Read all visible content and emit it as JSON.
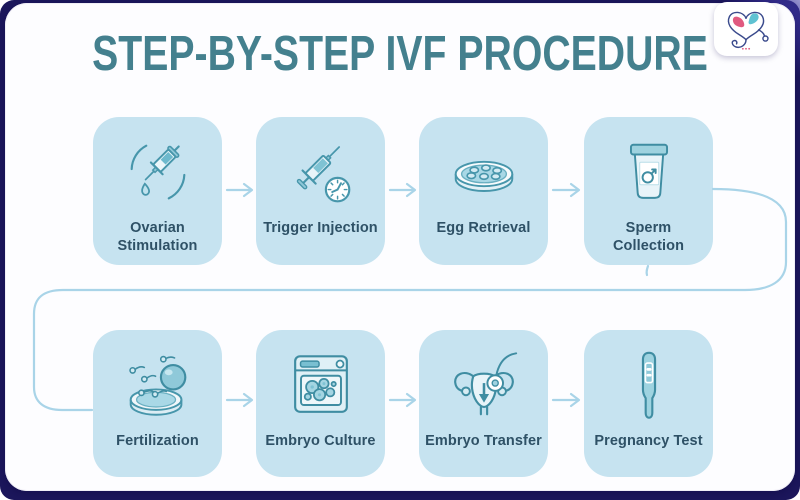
{
  "title": "STEP-BY-STEP IVF PROCEDURE",
  "brand": {
    "logo_icon": "heart-stethoscope-birds-logo"
  },
  "steps": [
    {
      "label": "Ovarian\nStimulation",
      "icon": "syringe-drop-icon"
    },
    {
      "label": "Trigger Injection",
      "icon": "syringe-clock-icon"
    },
    {
      "label": "Egg Retrieval",
      "icon": "petri-dish-eggs-icon"
    },
    {
      "label": "Sperm\nCollection",
      "icon": "specimen-cup-male-icon"
    },
    {
      "label": "Fertilization",
      "icon": "egg-sperm-dish-icon"
    },
    {
      "label": "Embryo Culture",
      "icon": "incubator-cells-icon"
    },
    {
      "label": "Embryo Transfer",
      "icon": "uterus-catheter-icon"
    },
    {
      "label": "Pregnancy Test",
      "icon": "pregnancy-test-stick-icon"
    }
  ],
  "flow": {
    "direction": "left-to-right, wrapping from step 4 down to step 5",
    "arrow_color": "#a9d4e8"
  },
  "colors": {
    "frame": "#1c175c",
    "canvas": "#fdfdff",
    "card": "#c6e3f0",
    "title": "#44808e",
    "label": "#2e5166",
    "icon_stroke": "#3f8da2",
    "icon_fill": "#9ed2df",
    "arrow": "#a9d4e8",
    "logo_pink": "#e05a80",
    "logo_teal": "#5fc2d2"
  }
}
